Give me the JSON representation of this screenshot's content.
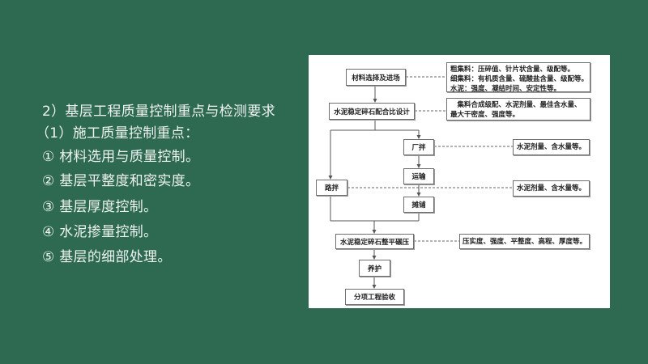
{
  "slide": {
    "heading": "2）基层工程质量控制重点与检测要求",
    "subheading": "（1）施工质量控制重点：",
    "items": [
      "① 材料选用与质量控制。",
      "② 基层平整度和密实度。",
      "③ 基层厚度控制。",
      "④ 水泥掺量控制。",
      "⑤ 基层的细部处理。"
    ]
  },
  "flowchart": {
    "steps": {
      "material": "材料选择及进场",
      "mix_design": "水泥稳定碎石配合比设计",
      "plant_mix": "厂拌",
      "transport": "运输",
      "road_mix": "路拌",
      "paving": "摊铺",
      "compaction": "水泥稳定碎石整平碾压",
      "curing": "养护",
      "acceptance": "分项工程验收"
    },
    "notes": {
      "material": [
        "粗集料：压碎值、针片状含量、级配等。",
        "细集料：有机质含量、硫酸盐含量、级配等。",
        "水泥：强度、凝结时间、安定性等。"
      ],
      "mix_design": [
        "　集料合成级配、水泥剂量、最佳含水量、",
        "最大干密度、强度等。"
      ],
      "plant_mix": "水泥剂量、含水量等。",
      "road_mix": "水泥剂量、含水量等。",
      "compaction": "压实度、强度、平整度、高程、厚度等。"
    }
  },
  "colors": {
    "background": "#2e6a52",
    "text": "#eef3ef",
    "panel": "#ffffff",
    "line": "#555555"
  }
}
